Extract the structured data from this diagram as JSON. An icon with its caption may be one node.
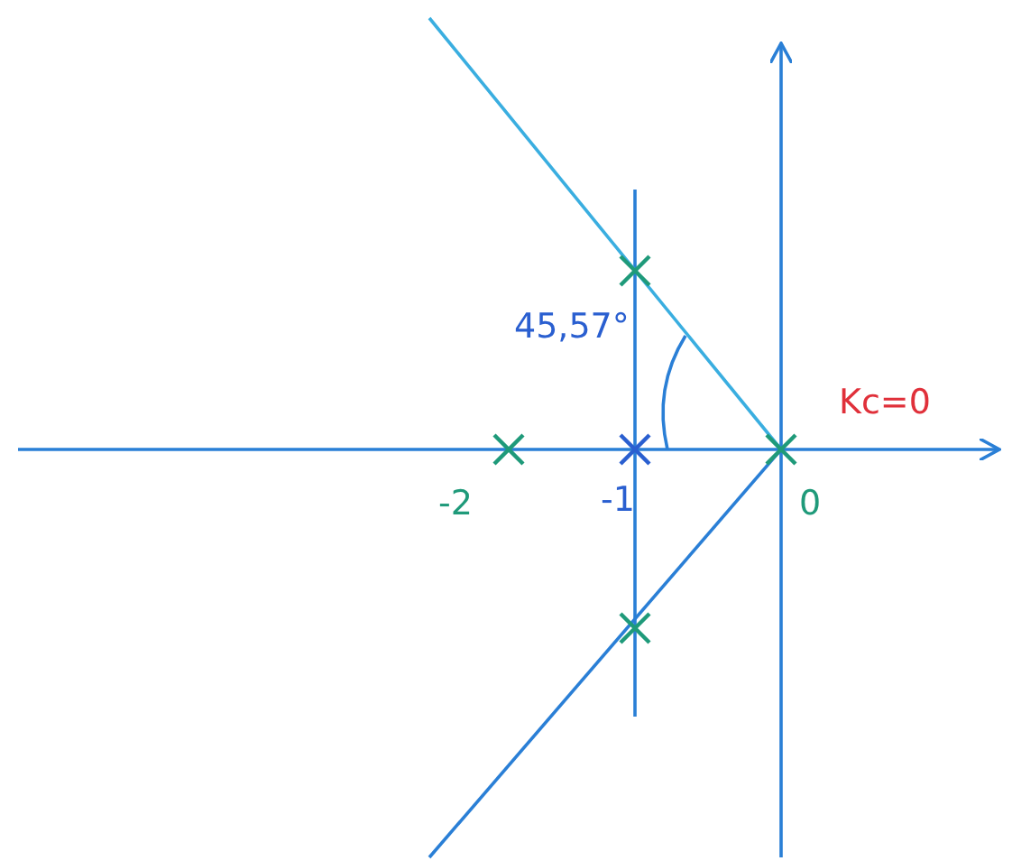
{
  "diagram": {
    "labels": [
      "45,57°",
      "Kc=0",
      "-2",
      "-1",
      "0"
    ]
  }
}
